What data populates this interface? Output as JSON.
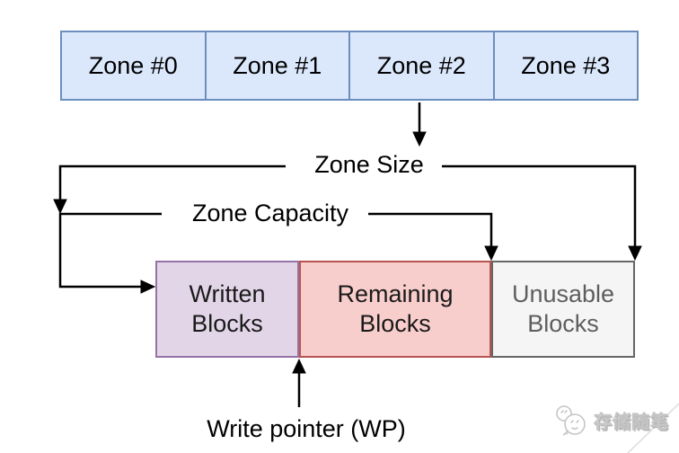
{
  "diagram": {
    "title_hint": "Zoned storage zone layout diagram",
    "zones": [
      "Zone #0",
      "Zone #1",
      "Zone #2",
      "Zone #3"
    ],
    "zone_box": {
      "fill": "#dbe8fc",
      "border": "#6c8ebf",
      "text_color": "#000000"
    },
    "labels": {
      "zone_size": "Zone Size",
      "zone_capacity": "Zone Capacity",
      "write_pointer": "Write pointer (WP)"
    },
    "blocks": [
      {
        "lines": [
          "Written",
          "Blocks"
        ],
        "fill": "#e1d5e7",
        "border": "#9673a6",
        "text_color": "#1a1a1a"
      },
      {
        "lines": [
          "Remaining",
          "Blocks"
        ],
        "fill": "#f8cecc",
        "border": "#b85450",
        "text_color": "#1a1a1a"
      },
      {
        "lines": [
          "Unusable",
          "Blocks"
        ],
        "fill": "#f5f5f5",
        "border": "#666666",
        "text_color": "#5e5e5e"
      }
    ],
    "connector_color": "#000000",
    "watermark": {
      "text": "存储随笔",
      "color": "#d9d9d9",
      "icon": "chat-bubbles-icon"
    }
  }
}
